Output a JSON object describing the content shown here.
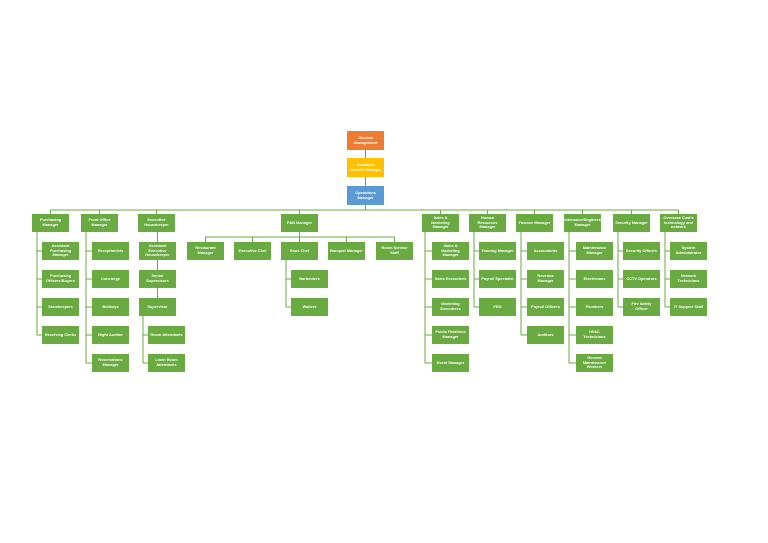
{
  "colors": {
    "top": "#ee7d31",
    "assistant": "#ffc000",
    "operations": "#5b9bd5",
    "unit": "#6aab41",
    "line": "#6aab41"
  },
  "chart": {
    "top": "General Management",
    "assistant": "Assistant General Manager",
    "operations": "Operations Manager",
    "departments": [
      {
        "head": "Purchasing Manager",
        "children": [
          "Assistant Purchasing Manager",
          "Purchasing Officers/Buyers",
          "Storekeepers",
          "Receiving Clerks"
        ]
      },
      {
        "head": "Front Office Manager",
        "children": [
          "Receptionists",
          "Concierge",
          "Bellboys",
          "Night Auditor",
          "Reservations Manager"
        ]
      },
      {
        "head": "Executive Housekeeper",
        "children": [
          "Assistant Executive Housekeeper",
          "Senior Supervisors",
          "Supervisor",
          "Room Attendants",
          "Linen Room Attendants"
        ]
      },
      {
        "head": "F&B Manager",
        "children": [
          "Restaurant Manager",
          "Executive Chef",
          "Sous Chef",
          "Banquet Manager",
          "Room Service Staff"
        ],
        "sous_chef_children": [
          "Bartenders",
          "Waiters"
        ]
      },
      {
        "head": "Sales & Marketing Manager",
        "children": [
          "Sales & Marketing Manager",
          "Sales Executives",
          "Marketing Executives",
          "Public Relations Manager",
          "Event Manager"
        ]
      },
      {
        "head": "Human Resources Manager",
        "children": [
          "Training Manager",
          "Payroll Specialist",
          "PRO"
        ]
      },
      {
        "head": "Finance Manager",
        "children": [
          "Accountants",
          "Revenue Manager",
          "Payroll Officers",
          "Auditors"
        ]
      },
      {
        "head": "Maintenance/Engineering Manager",
        "children": [
          "Maintenance Manager",
          "Electricians",
          "Plumbers",
          "HVAC Technicians",
          "General Maintenance Workers"
        ]
      },
      {
        "head": "Security Manager",
        "children": [
          "Security Officers",
          "CCTV Operators",
          "Fire Safety Officer"
        ]
      },
      {
        "head": "Overseas Cost's technology and network",
        "children": [
          "System Administrator",
          "Network Technicians",
          "IT Support Staff"
        ]
      }
    ]
  }
}
